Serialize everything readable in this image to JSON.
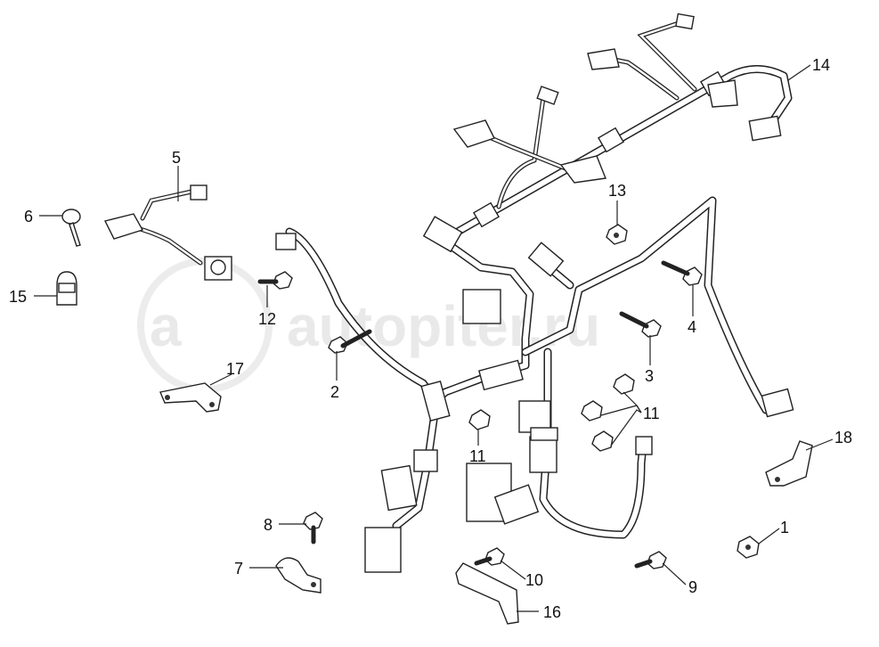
{
  "watermark": {
    "text": "autopiter.ru"
  },
  "callouts": [
    {
      "id": "1",
      "label": "1"
    },
    {
      "id": "2",
      "label": "2"
    },
    {
      "id": "3",
      "label": "3"
    },
    {
      "id": "4",
      "label": "4"
    },
    {
      "id": "5",
      "label": "5"
    },
    {
      "id": "6",
      "label": "6"
    },
    {
      "id": "7",
      "label": "7"
    },
    {
      "id": "8",
      "label": "8"
    },
    {
      "id": "9",
      "label": "9"
    },
    {
      "id": "10",
      "label": "10"
    },
    {
      "id": "11a",
      "label": "11"
    },
    {
      "id": "11b",
      "label": "11"
    },
    {
      "id": "12",
      "label": "12"
    },
    {
      "id": "13",
      "label": "13"
    },
    {
      "id": "14",
      "label": "14"
    },
    {
      "id": "15",
      "label": "15"
    },
    {
      "id": "16",
      "label": "16"
    },
    {
      "id": "17",
      "label": "17"
    },
    {
      "id": "18",
      "label": "18"
    }
  ],
  "colors": {
    "line": "#222222",
    "background": "#ffffff",
    "watermark": "#e9e9e9"
  }
}
